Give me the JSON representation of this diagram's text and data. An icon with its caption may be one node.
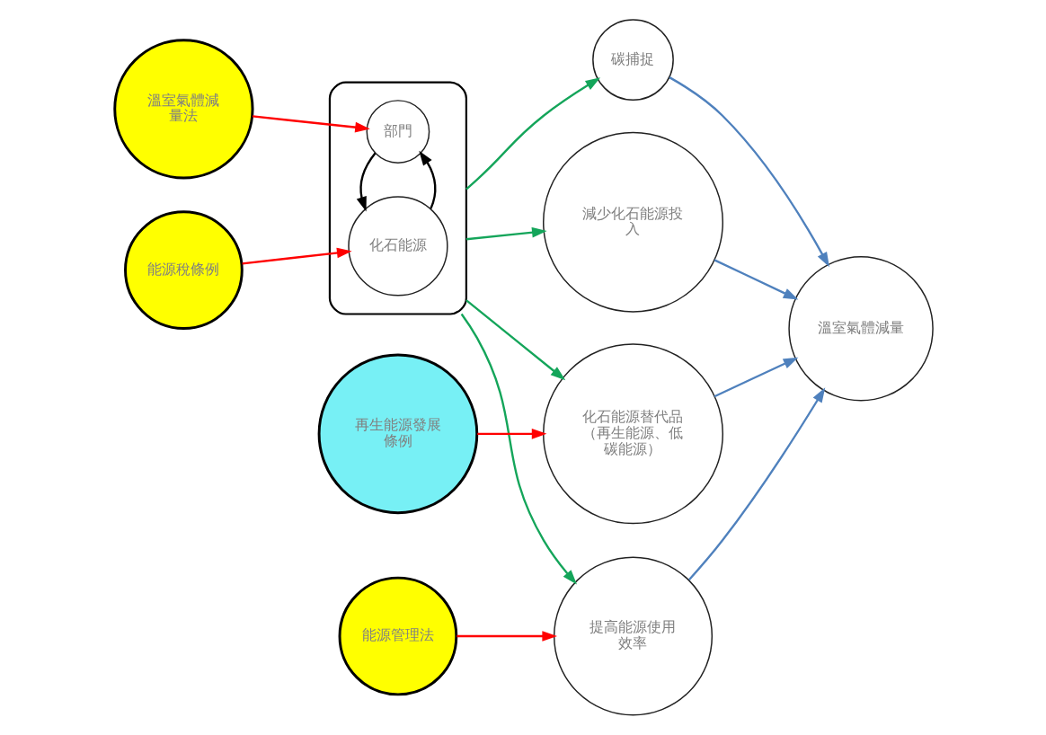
{
  "diagram": {
    "nodes": [
      {
        "text": [
          "溫室氣體減量法"
        ]
      },
      {
        "text": [
          "能源稅條例"
        ]
      },
      {
        "text": [],
        "shape": "box"
      },
      {
        "text": [
          "部門"
        ],
        "in": 2
      },
      {
        "text": [
          "化石能源"
        ],
        "in": 2
      },
      {
        "text": [
          "碳捕捉"
        ]
      },
      {
        "text": [
          "減少化石能源投入"
        ]
      },
      {
        "text": [
          "化石能源替代品（再生能源、低碳能源）"
        ]
      },
      {
        "text": [
          "提高能源使用效率"
        ]
      },
      {
        "text": [
          "再生能源發展條例"
        ]
      },
      {
        "text": [
          "能源管理法"
        ]
      },
      {
        "text": [
          "溫室氣體減量"
        ]
      }
    ],
    "edges": [
      {
        "from": 0,
        "to": 3,
        "arrow": "to",
        "color": "#ff0000"
      },
      {
        "from": 1,
        "to": 4,
        "arrow": "to",
        "color": "#ff0000"
      },
      {
        "from": 4,
        "to": 3,
        "arrow": "to",
        "color": "#000000"
      },
      {
        "from": 3,
        "to": 4,
        "arrow": "to",
        "color": "#000000"
      },
      {
        "from": 2,
        "to": 5,
        "arrow": "to",
        "color": "#14a55a"
      },
      {
        "from": 2,
        "to": 6,
        "arrow": "to",
        "color": "#14a55a"
      },
      {
        "from": 2,
        "to": 7,
        "arrow": "to",
        "color": "#14a55a"
      },
      {
        "from": 2,
        "to": 8,
        "arrow": "to",
        "color": "#14a55a"
      },
      {
        "from": 5,
        "to": 11,
        "arrow": "to",
        "color": "#4f81bd"
      },
      {
        "from": 6,
        "to": 11,
        "arrow": "to",
        "color": "#4f81bd"
      },
      {
        "from": 7,
        "to": 11,
        "arrow": "to",
        "color": "#4f81bd"
      },
      {
        "from": 8,
        "to": 11,
        "arrow": "to",
        "color": "#4f81bd"
      },
      {
        "from": 9,
        "to": 7,
        "arrow": "to",
        "color": "#ff0000"
      },
      {
        "from": 10,
        "to": 8,
        "arrow": "to",
        "color": "#ff0000"
      }
    ]
  }
}
